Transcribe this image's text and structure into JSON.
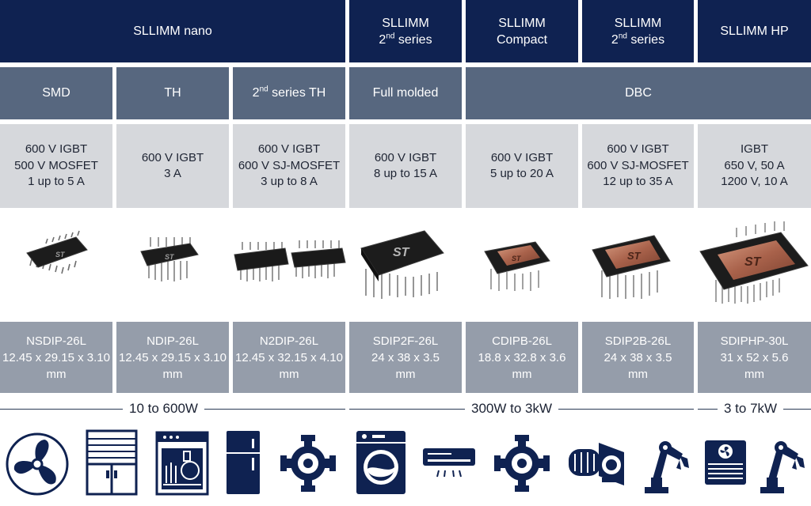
{
  "families": [
    {
      "id": "nano",
      "lines": [
        "SLLIMM nano"
      ]
    },
    {
      "id": "nano2",
      "lines": [
        "SLLIMM"
      ],
      "ordinal": "2",
      "ordinal_sup": "nd",
      "ordinal_text": " series"
    },
    {
      "id": "compact",
      "lines": [
        "SLLIMM",
        "Compact"
      ]
    },
    {
      "id": "series2",
      "lines": [
        "SLLIMM"
      ],
      "ordinal": "2",
      "ordinal_sup": "nd",
      "ordinal_text": " series"
    },
    {
      "id": "hp",
      "lines": [
        "SLLIMM HP"
      ]
    }
  ],
  "subtypes": [
    {
      "label": "SMD"
    },
    {
      "label": "TH"
    },
    {
      "ordinal": "2",
      "ordinal_sup": "nd",
      "label": " series TH"
    },
    {
      "label": "Full molded"
    },
    {
      "label": "DBC"
    }
  ],
  "specs": [
    [
      "600 V IGBT",
      "500 V MOSFET",
      "1 up to 5 A"
    ],
    [
      "600 V IGBT",
      "3 A"
    ],
    [
      "600 V IGBT",
      "600 V SJ-MOSFET",
      "3 up to 8 A"
    ],
    [
      "600 V IGBT",
      "8 up to 15 A"
    ],
    [
      "600 V IGBT",
      "5 up to 20 A"
    ],
    [
      "600 V IGBT",
      "600 V SJ-MOSFET",
      "12 up to 35 A"
    ],
    [
      "IGBT",
      "650 V, 50 A",
      "1200 V, 10 A"
    ]
  ],
  "packages": [
    [
      "NSDIP-26L",
      "12.45 x 29.15 x 3.10",
      "mm"
    ],
    [
      "NDIP-26L",
      "12.45 x 29.15 x 3.10",
      "mm"
    ],
    [
      "N2DIP-26L",
      "12.45 x 32.15 x 4.10",
      "mm"
    ],
    [
      "SDIP2F-26L",
      "24 x 38 x 3.5",
      "mm"
    ],
    [
      "CDIPB-26L",
      "18.8 x 32.8 x 3.6",
      "mm"
    ],
    [
      "SDIP2B-26L",
      "24 x 38 x 3.5",
      "mm"
    ],
    [
      "SDIPHP-30L",
      "31 x 52 x 5.6",
      "mm"
    ]
  ],
  "chip_logo": "ST",
  "power_ranges": [
    {
      "label": "10 to 600W"
    },
    {
      "label": "300W to 3kW"
    },
    {
      "label": "3 to 7kW"
    }
  ],
  "applications": [
    "fan-icon",
    "refrigerated-cabinet-icon",
    "dishwasher-icon",
    "refrigerator-icon",
    "pump-icon",
    "washing-machine-icon",
    "air-conditioner-icon",
    "pump-icon",
    "motor-icon",
    "robot-arm-icon",
    "hvac-outdoor-unit-icon",
    "robot-arm-icon"
  ],
  "colors": {
    "header": "#0f2251",
    "subheader": "#57677f",
    "spec": "#d6d8dc",
    "package": "#959daa",
    "icon": "#0f2251",
    "copper": "#b3705a"
  }
}
